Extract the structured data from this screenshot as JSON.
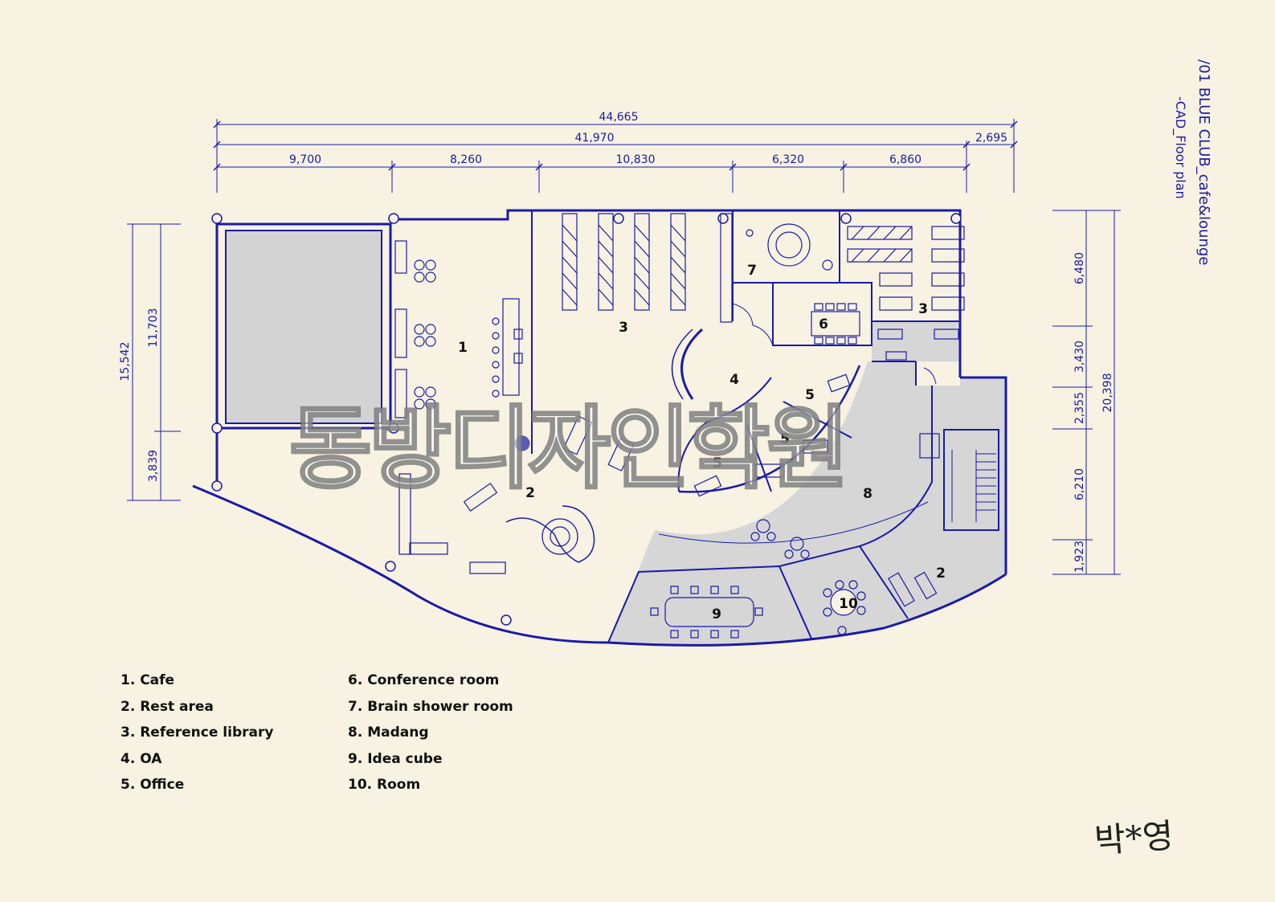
{
  "title": {
    "main": "/01 BLUE CLUB_cafe&lounge",
    "sub": "-CAD_Floor plan"
  },
  "dimensions": {
    "top_overall": "44,665",
    "top_sub": "41,970",
    "top_right": "2,695",
    "top_segments": [
      "9,700",
      "8,260",
      "10,830",
      "6,320",
      "6,860"
    ],
    "left_overall": "15,542",
    "left_segments": [
      "11,703",
      "3,839"
    ],
    "right_overall": "20,398",
    "right_segments": [
      "6,480",
      "3,430",
      "2,355",
      "6,210",
      "1,923"
    ]
  },
  "room_labels": {
    "cafe": "1",
    "rest_area_main": "2",
    "rest_area_east": "2",
    "library_main": "3",
    "library_east": "3",
    "oa": "4",
    "office_a": "5",
    "office_b": "5",
    "office_c": "5",
    "conference": "6",
    "brain_shower": "7",
    "madang": "8",
    "idea_cube": "9",
    "room": "10"
  },
  "legend": {
    "left": [
      "1. Cafe",
      "2. Rest area",
      "3. Reference library",
      "4. OA",
      "5. Office"
    ],
    "right": [
      "6. Conference room",
      "7. Brain shower room",
      "8. Madang",
      "9. Idea cube",
      "10. Room"
    ]
  },
  "watermark": "동방디자인학원",
  "signature": "박*영",
  "colors": {
    "background": "#f7f2e1",
    "line": "#1a1aa8",
    "shaded_area": "#d6d6d6",
    "text": "#111111"
  }
}
